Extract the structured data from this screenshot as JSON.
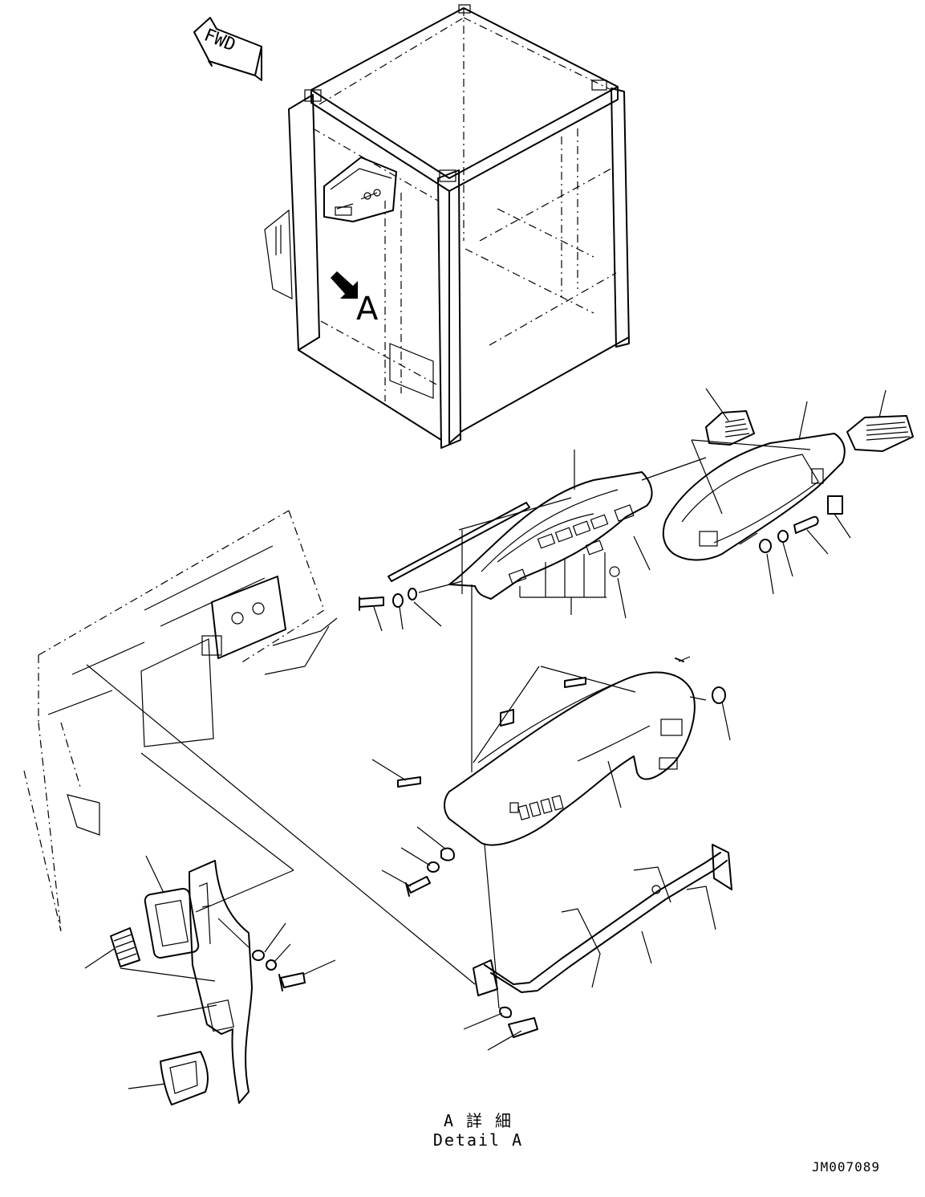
{
  "orientation_arrow": {
    "label": "FWD",
    "icon": "fwd-arrow-icon"
  },
  "view_marker": {
    "letter": "A",
    "icon": "view-arrow-icon"
  },
  "caption": {
    "japanese": "A 詳 細",
    "english": "Detail A"
  },
  "drawing_id": "JM007089",
  "colors": {
    "line": "#000000",
    "background": "#ffffff"
  }
}
